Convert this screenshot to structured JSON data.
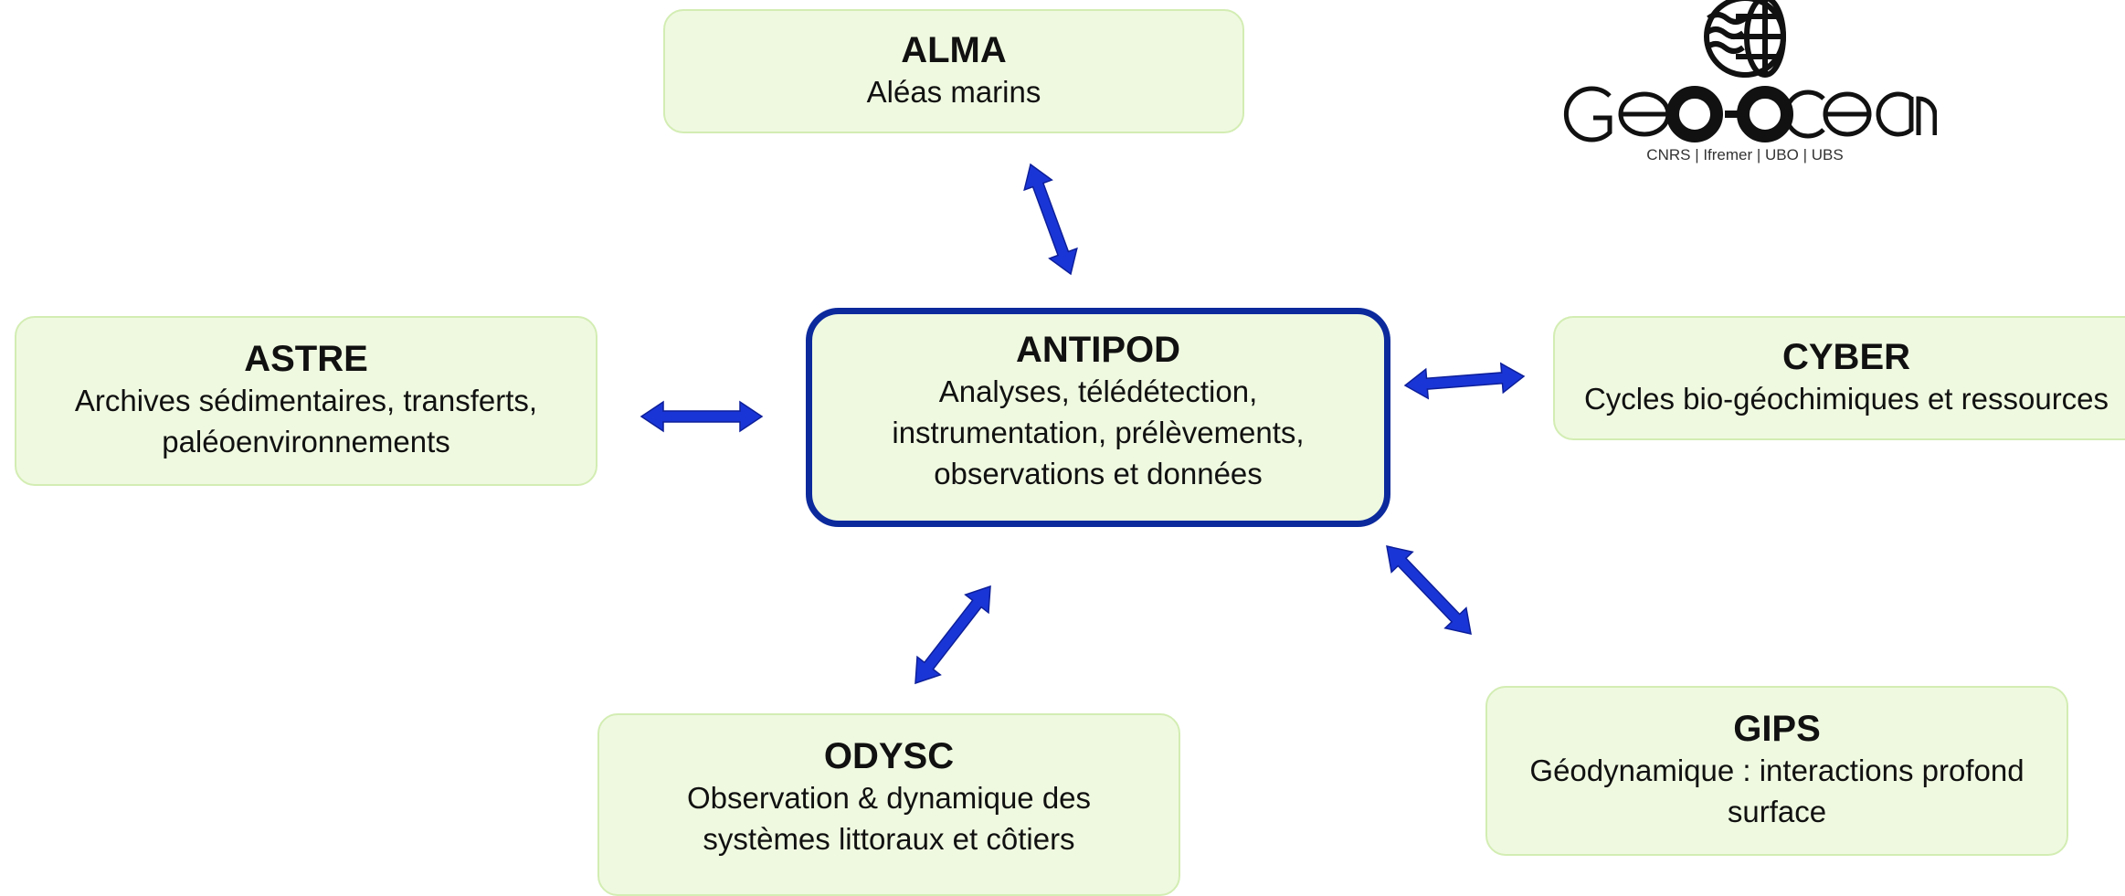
{
  "logo": {
    "name": "GEO-OCEAN",
    "tagline": "CNRS | Ifremer | UBO | UBS"
  },
  "center": {
    "title": "ANTIPOD",
    "lines": [
      "Analyses, télédétection,",
      "instrumentation, prélèvements,",
      "observations et données"
    ]
  },
  "nodes": {
    "alma": {
      "title": "ALMA",
      "lines": [
        "Aléas marins"
      ]
    },
    "astre": {
      "title": "ASTRE",
      "lines": [
        "Archives sédimentaires, transferts,",
        "paléoenvironnements"
      ]
    },
    "cyber": {
      "title": "CYBER",
      "lines": [
        "Cycles bio-géochimiques et ressources"
      ]
    },
    "odysc": {
      "title": "ODYSC",
      "lines": [
        "Observation & dynamique des",
        "systèmes littoraux et côtiers"
      ]
    },
    "gips": {
      "title": "GIPS",
      "lines": [
        "Géodynamique : interactions profond",
        "surface"
      ]
    }
  },
  "colors": {
    "box_fill": "#eff9e0",
    "box_border": "#d3edb3",
    "center_border": "#0c2a9c",
    "arrow": "#1a35d6"
  }
}
